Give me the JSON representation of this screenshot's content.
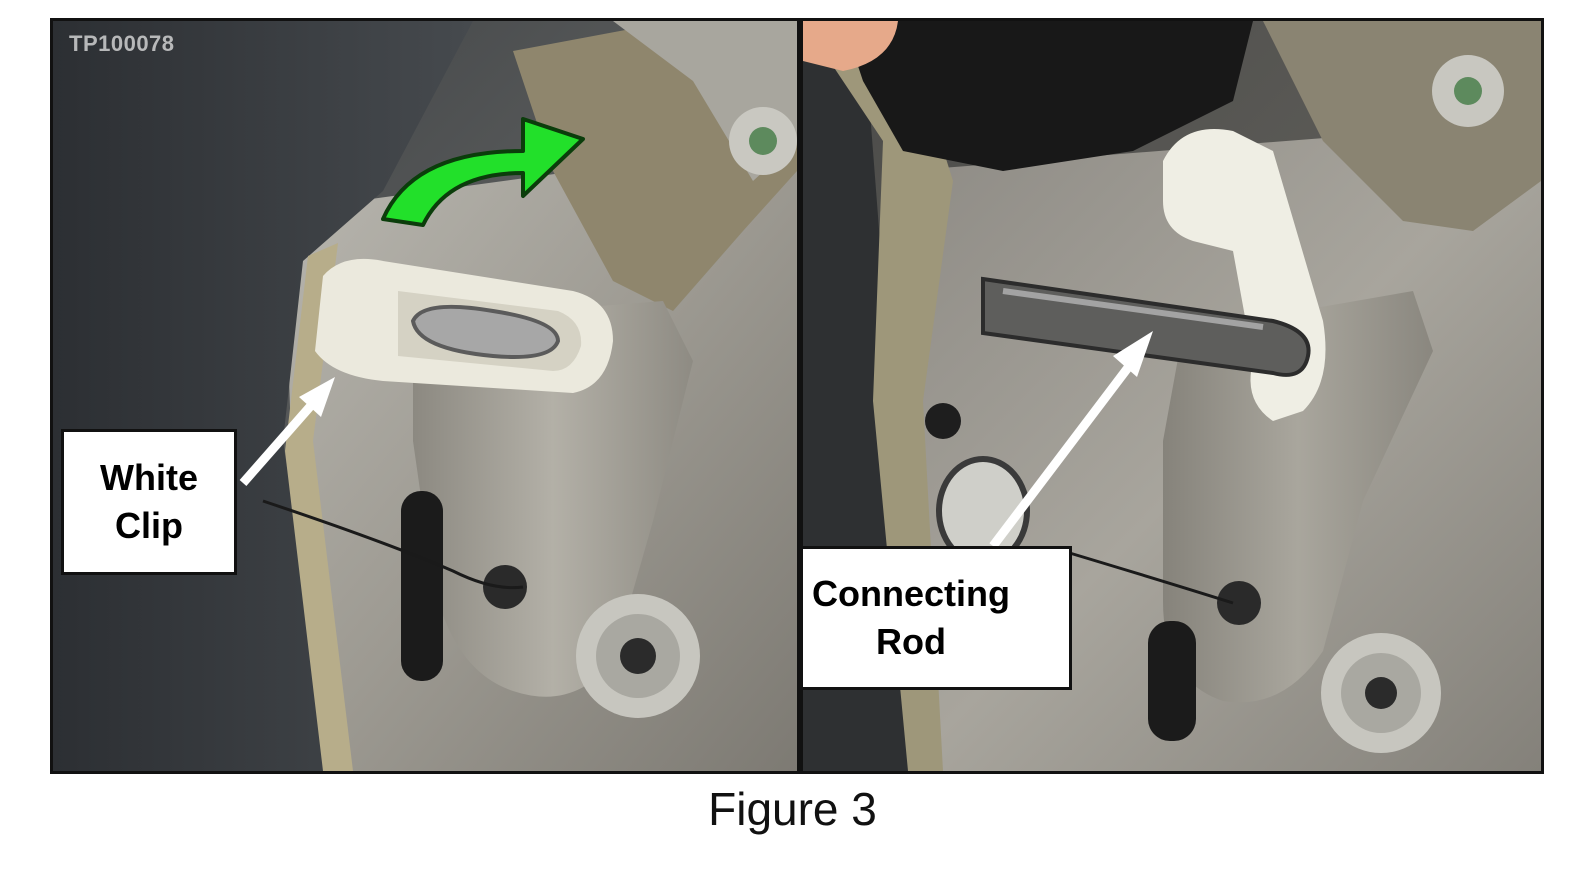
{
  "figure": {
    "photo_id": "TP100078",
    "caption": "Figure 3"
  },
  "left_panel": {
    "callout": {
      "line1": "White",
      "line2": "Clip"
    },
    "rotation_arrow_color": "#22e02a",
    "pointer_arrow_color": "#ffffff"
  },
  "right_panel": {
    "callout": {
      "line1": "Connecting",
      "line2": "Rod"
    },
    "pointer_arrow_color": "#ffffff"
  }
}
